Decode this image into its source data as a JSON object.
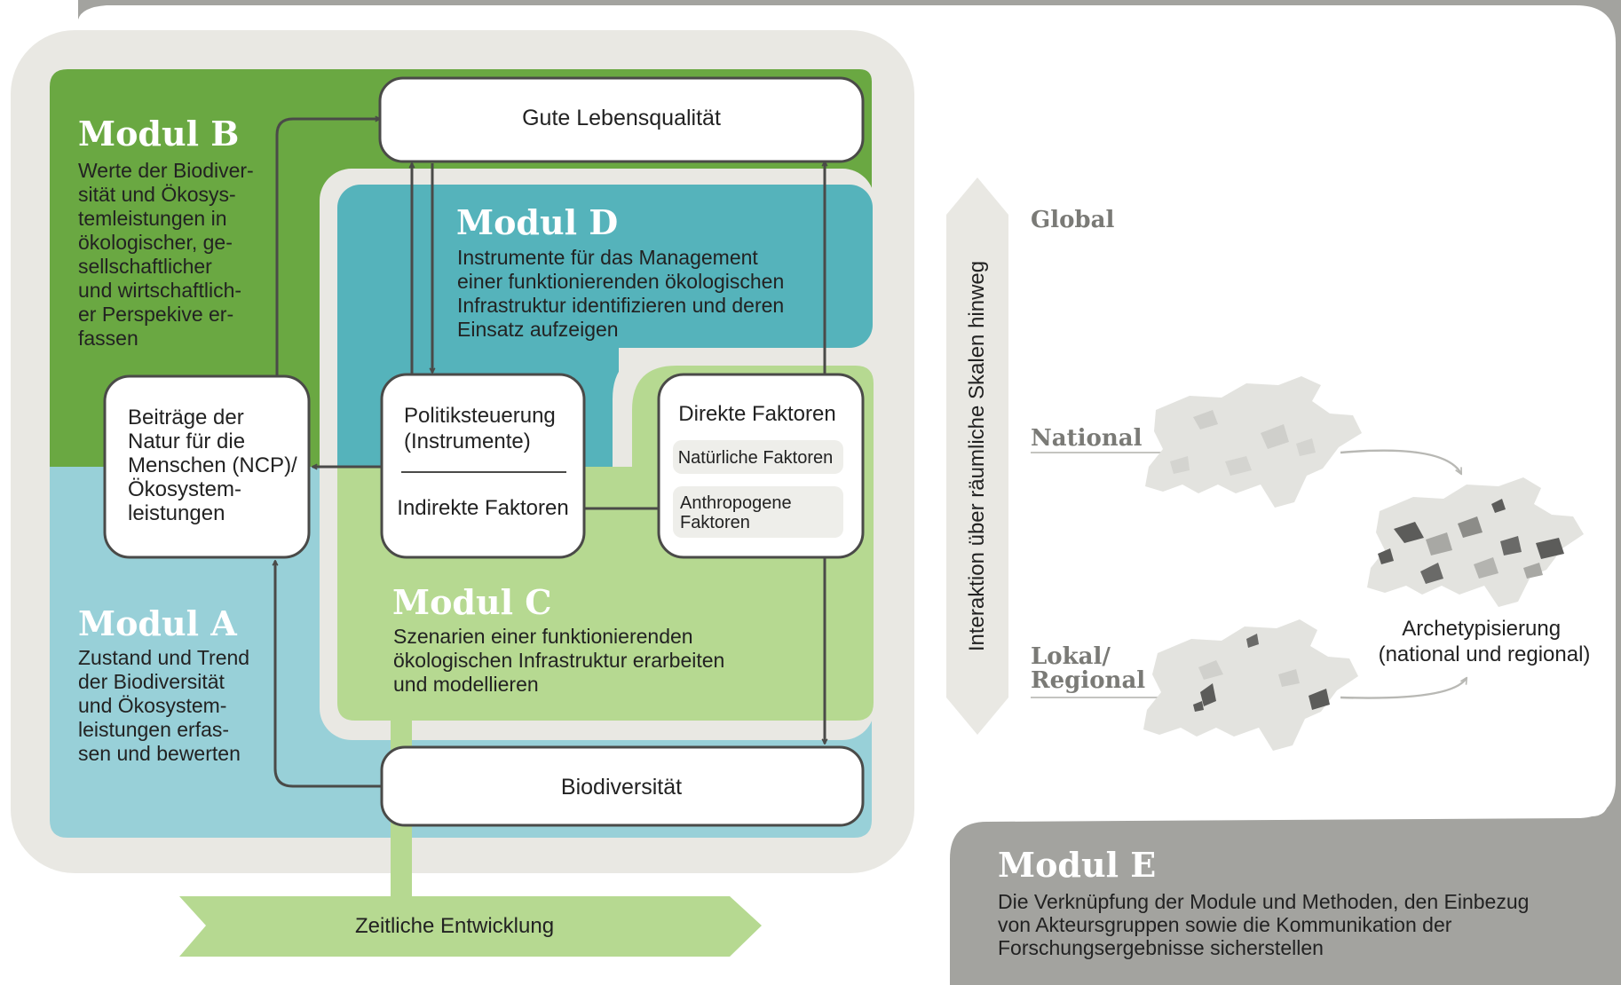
{
  "modules": {
    "b": {
      "title": "Modul B",
      "lines": [
        "Werte der Biodiver-",
        "sität und Ökosys-",
        "temleistungen in",
        "ökologischer, ge-",
        "sellschaftlicher",
        "und wirtschaftlich-",
        "er Perspekive er-",
        "fassen"
      ]
    },
    "d": {
      "title": "Modul D",
      "lines": [
        "Instrumente für das Management",
        "einer funktionierenden ökologischen",
        "Infrastruktur identifizieren und deren",
        "Einsatz aufzeigen"
      ]
    },
    "a": {
      "title": "Modul A",
      "lines": [
        "Zustand und Trend",
        "der Biodiversität",
        "und Ökosystem-",
        "leistungen erfas-",
        "sen und bewerten"
      ]
    },
    "c": {
      "title": "Modul C",
      "lines": [
        "Szenarien einer funktionierenden",
        "ökologischen Infrastruktur erarbeiten",
        "und modellieren"
      ]
    },
    "e": {
      "title": "Modul E",
      "lines": [
        "Die Verknüpfung der Module und Methoden, den Einbezug",
        "von Akteursgruppen sowie die Kommunikation der",
        "Forschungsergebnisse sicherstellen"
      ]
    }
  },
  "boxes": {
    "lebensqualitaet": "Gute Lebensqualität",
    "ncp": [
      "Beiträge der",
      "Natur für die",
      "Menschen (NCP)/",
      "Ökosystem-",
      "leistungen"
    ],
    "politik": [
      "Politiksteuerung",
      "(Instrumente)"
    ],
    "indirekt": "Indirekte Faktoren",
    "direkt": "Direkte Faktoren",
    "natuerlich": "Natürliche Faktoren",
    "anthropogen": [
      "Anthropogene",
      "Faktoren"
    ],
    "biodiversitaet": "Biodiversität"
  },
  "timeline": "Zeitliche Entwicklung",
  "scale_axis": "Interaktion über räumliche Skalen hinweg",
  "scales": {
    "global": "Global",
    "national": "National",
    "lokal": [
      "Lokal/",
      "Regional"
    ]
  },
  "archetyp": [
    "Archetypisierung",
    "(national und regional)"
  ],
  "colors": {
    "green_dark": "#6aa842",
    "green_light": "#b6d991",
    "teal": "#55b3bb",
    "blue_light": "#98d0d8",
    "frame": "#e9e8e3",
    "grey": "#a3a39f",
    "line": "#4a4a48"
  }
}
